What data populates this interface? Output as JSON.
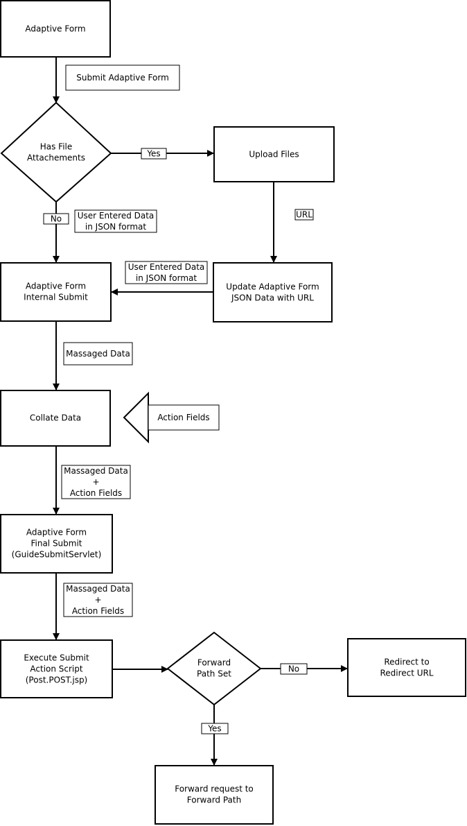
{
  "nodes": {
    "adaptive_form": "Adaptive Form",
    "has_file": [
      "Has File",
      "Attachements"
    ],
    "upload_files": "Upload Files",
    "internal_submit": [
      "Adaptive Form",
      "Internal Submit"
    ],
    "update_json": [
      "Update Adaptive Form",
      "JSON Data with URL"
    ],
    "collate": "Collate Data",
    "final_submit": [
      "Adaptive Form",
      "Final Submit",
      "(GuideSubmitServlet)"
    ],
    "execute_script": [
      "Execute Submit",
      "Action Script",
      "(Post.POST.jsp)"
    ],
    "forward_path_set": [
      "Forward",
      "Path Set"
    ],
    "redirect": [
      "Redirect to",
      "Redirect URL"
    ],
    "forward_request": [
      "Forward request to",
      "Forward Path"
    ]
  },
  "labels": {
    "submit_form": "Submit Adaptive Form",
    "yes_upload": "Yes",
    "no_internal": "No",
    "json_left": [
      "User Entered Data",
      "in JSON format"
    ],
    "url": "URL",
    "json_middle": [
      "User Entered Data",
      "in JSON format"
    ],
    "massaged_1": "Massaged Data",
    "action_fields_input": "Action Fields",
    "massaged_2": [
      "Massaged Data",
      "+",
      "Action Fields"
    ],
    "massaged_3": [
      "Massaged Data",
      "+",
      "Action Fields"
    ],
    "no_redirect": "No",
    "yes_forward": "Yes"
  }
}
